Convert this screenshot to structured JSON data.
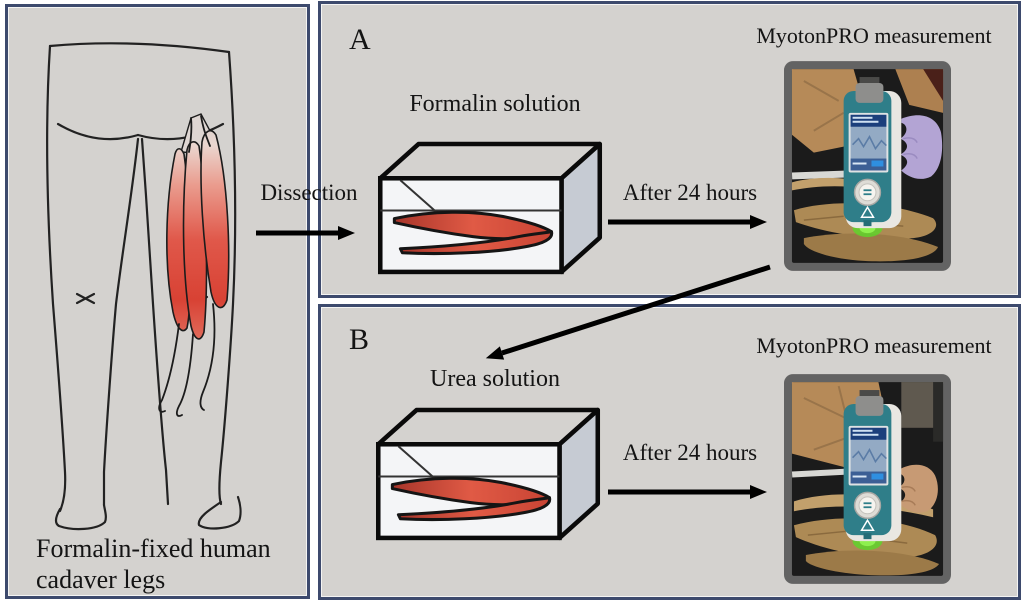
{
  "figure": {
    "dissection_label": "Dissection",
    "left_panel": {
      "caption_line1": "Formalin-fixed human",
      "caption_line2": "cadaver legs"
    },
    "panel_a": {
      "label": "A",
      "solution_label": "Formalin solution",
      "arrow_label": "After 24 hours",
      "measurement_label": "MyotonPRO measurement"
    },
    "panel_b": {
      "label": "B",
      "solution_label": "Urea solution",
      "arrow_label": "After 24 hours",
      "measurement_label": "MyotonPRO measurement"
    }
  },
  "colors": {
    "panel_background": "#d4d2cf",
    "panel_border_navy": "#3d4a6d",
    "muscle_red": "#d9402f",
    "tank_side_gray": "#c6cbd3",
    "device_teal": "#2f7e89",
    "glove_purple": "#b3a4d4",
    "skin_tone": "#c79a74",
    "probe_glow_green": "#5fd32b",
    "paper_bag_tan": "#b68a58",
    "arrow_black": "#000000",
    "text_black": "#141414"
  }
}
